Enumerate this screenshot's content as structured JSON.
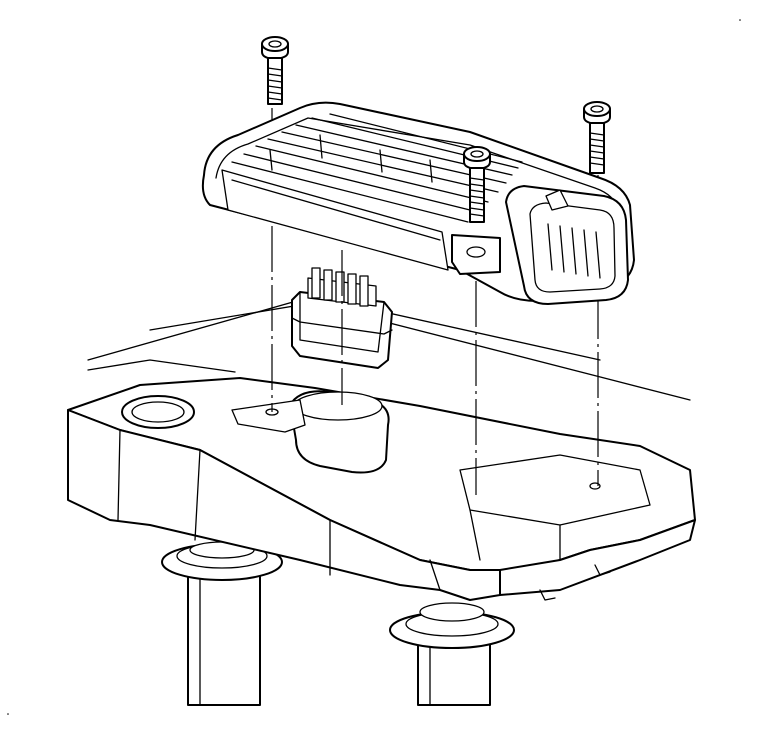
{
  "diagram": {
    "type": "exploded-assembly-illustration",
    "background": "#ffffff",
    "line_color": "#000000",
    "parts": [
      {
        "name": "control-module",
        "count": 1
      },
      {
        "name": "mounting-bolt",
        "count": 3
      },
      {
        "name": "wiring-connector",
        "count": 1
      },
      {
        "name": "mounting-bracket",
        "count": 1
      },
      {
        "name": "support-post",
        "count": 2
      }
    ]
  }
}
